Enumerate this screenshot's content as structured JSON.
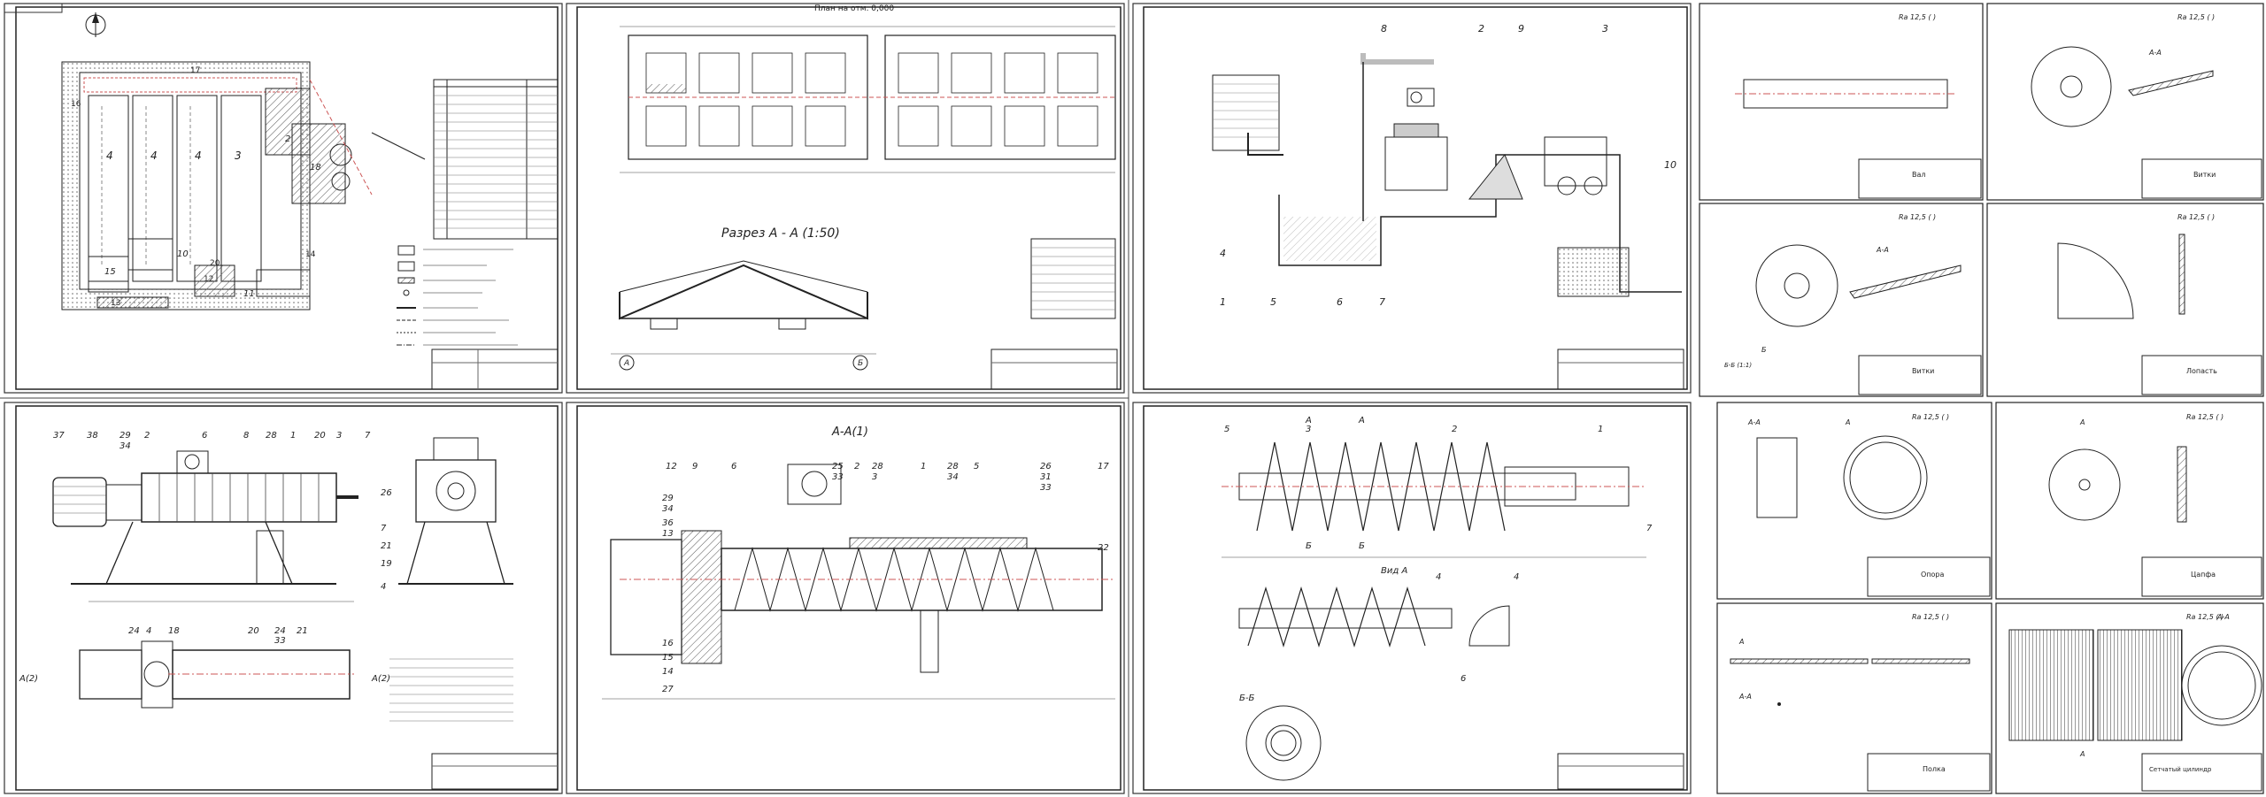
{
  "sheets": [
    {
      "id": "s1",
      "title": "",
      "callouts": [
        "17",
        "4",
        "4",
        "4",
        "3",
        "18",
        "2",
        "16",
        "15",
        "10",
        "13",
        "11",
        "14",
        "12",
        "20"
      ]
    },
    {
      "id": "s2",
      "title": "План на отм. 0,000",
      "section_title": "Разрез А - А (1:50)",
      "section_marks": [
        "А",
        "Б"
      ]
    },
    {
      "id": "s3",
      "callouts": [
        "8",
        "2",
        "9",
        "3",
        "10",
        "4",
        "1",
        "5",
        "6",
        "7"
      ]
    },
    {
      "id": "s4",
      "roughness": "Ra 12,5 (  )",
      "title_block": "Вал"
    },
    {
      "id": "s5",
      "roughness": "Ra 12,5 (  )",
      "view": "А-А",
      "title_block": "Витки"
    },
    {
      "id": "s6",
      "roughness": "Ra 12,5 (  )",
      "view": "А-А",
      "view2": "Б-Б (1:1)",
      "mark": "Б",
      "title_block": "Витки"
    },
    {
      "id": "s7",
      "roughness": "Ra 12,5 (  )",
      "title_block": "Лопасть"
    },
    {
      "id": "s8",
      "callouts_top": [
        "37",
        "38",
        "29",
        "34",
        "2",
        "6",
        "8",
        "28",
        "1",
        "20",
        "3",
        "7"
      ],
      "callouts_side": [
        "26",
        "7",
        "21",
        "19",
        "4"
      ],
      "callouts_bottom": [
        "24",
        "4",
        "18",
        "20",
        "24",
        "33",
        "21"
      ],
      "view_marks": [
        "А(2)",
        "А(2)"
      ]
    },
    {
      "id": "s9",
      "title": "А-А(1)",
      "callouts_top": [
        "12",
        "9",
        "6",
        "25",
        "2",
        "28",
        "1",
        "28",
        "5",
        "26",
        "17"
      ],
      "callouts_sub": [
        "33",
        "3",
        "34",
        "31",
        "33"
      ],
      "callouts_left": [
        "29",
        "34",
        "36",
        "13",
        "16",
        "15",
        "14",
        "27"
      ],
      "callouts_right": [
        "22"
      ]
    },
    {
      "id": "s10",
      "callouts_top": [
        "5",
        "3",
        "2",
        "1"
      ],
      "marks": [
        "А",
        "Б",
        "А",
        "Б"
      ],
      "view": "Вид А",
      "callouts_mid": [
        "4",
        "4",
        "6"
      ],
      "section": "Б-Б",
      "callout_right": "7"
    },
    {
      "id": "s11",
      "roughness": "Ra 12,5 (  )",
      "view": "А-А",
      "mark": "А",
      "title_block": "Опора"
    },
    {
      "id": "s12",
      "roughness": "Ra 12,5 (  )",
      "mark": "А",
      "title_block": "Цапфа"
    },
    {
      "id": "s13",
      "roughness": "Ra 12,5 (  )",
      "view": "А-А",
      "mark": "А",
      "title_block": "Полка"
    },
    {
      "id": "s14",
      "roughness": "Ra 12,5 (  )",
      "view": "А-А",
      "mark": "А",
      "title_block": "Сетчатый цилиндр"
    }
  ]
}
